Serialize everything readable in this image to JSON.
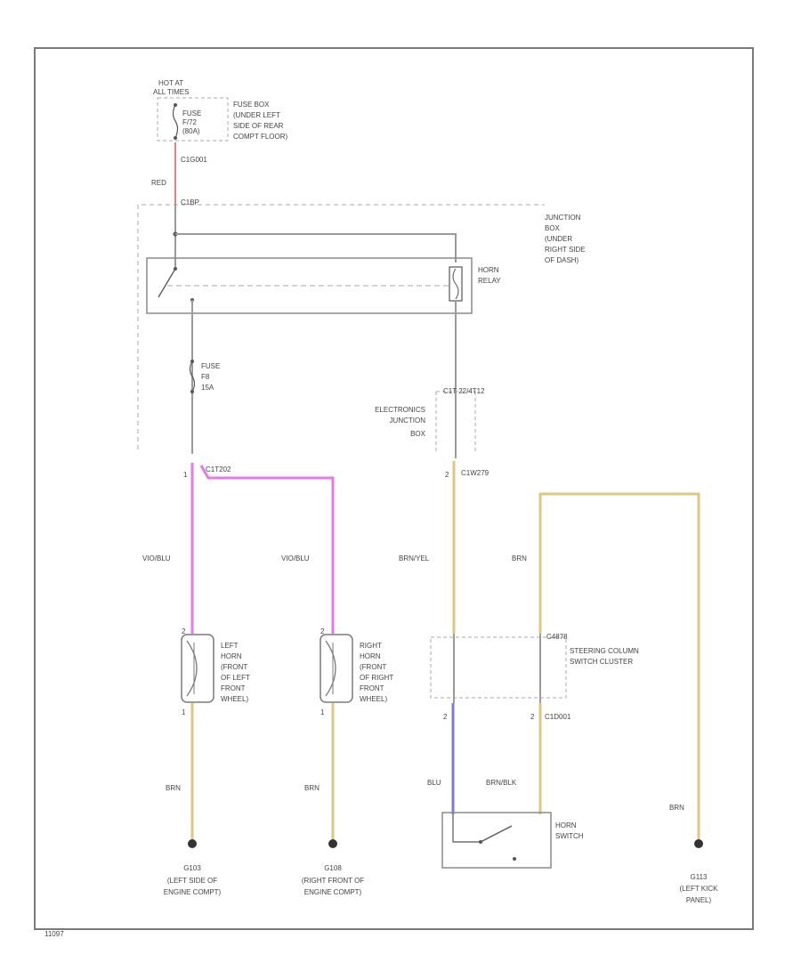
{
  "colors": {
    "red": "#f07d7d",
    "violet_blue": "#e27ae8",
    "yellow": "#ddc782",
    "blue": "#7a7ae6",
    "grey_wire": "#9a9a9a",
    "frame": "#7a7a7a",
    "dash": "#a8a8a8"
  },
  "diagram_id": "11097",
  "power_source": {
    "line1": "HOT AT",
    "line2": "ALL TIMES",
    "fuse_lines": [
      "FUSE",
      "F/72",
      "(80A)"
    ],
    "location": [
      "FUSE BOX",
      "(UNDER LEFT",
      "SIDE OF REAR",
      "COMPT FLOOR)"
    ],
    "connector": "C1G001"
  },
  "wires": {
    "red": "RED",
    "violet_left": "VIO/BLU",
    "violet_right": "VIO/BLU",
    "brn_yel": "BRN/YEL",
    "brn_top": "BRN",
    "horn_left_ground": "BRN",
    "horn_right_ground": "BRN",
    "blu": "BLU",
    "brn_blk": "BRN/BLK",
    "brn_ground": "BRN"
  },
  "junction_box": {
    "connector": "C1BP",
    "label": [
      "JUNCTION",
      "BOX",
      "(UNDER",
      "RIGHT SIDE",
      "OF DASH)"
    ],
    "relay_label": [
      "HORN",
      "RELAY"
    ],
    "fuse_label": [
      "FUSE",
      "F8",
      "15A"
    ],
    "out_connector": "C1T202"
  },
  "ejb": {
    "top_connector": "C1T 22/4T12",
    "label": [
      "ELECTRONICS",
      "JUNCTION",
      "BOX"
    ],
    "bottom_connector": "C1W279",
    "pin": "2"
  },
  "horn_left": {
    "label": [
      "LEFT",
      "HORN",
      "(FRONT",
      "OF LEFT",
      "FRONT",
      "WHEEL)"
    ],
    "pin_top": "2",
    "pin_bottom": "1"
  },
  "horn_right": {
    "label": [
      "RIGHT",
      "HORN",
      "(FRONT",
      "OF RIGHT",
      "FRONT",
      "WHEEL)"
    ],
    "pin_top": "2",
    "pin_bottom": "1"
  },
  "steering_cluster": {
    "top_connector": "C4878",
    "label": [
      "STEERING COLUMN",
      "SWITCH CLUSTER"
    ],
    "bottom_connector": "C1D001",
    "pin_left": "2",
    "pin_right": "2"
  },
  "horn_switch": {
    "label": [
      "HORN",
      "SWITCH"
    ]
  },
  "grounds": [
    {
      "id": "G103",
      "lines": [
        "(LEFT SIDE OF",
        "ENGINE COMPT)"
      ]
    },
    {
      "id": "G108",
      "lines": [
        "(RIGHT FRONT OF",
        "ENGINE COMPT)"
      ]
    },
    {
      "id": "G113",
      "lines": [
        "(LEFT KICK",
        "PANEL)"
      ]
    }
  ]
}
